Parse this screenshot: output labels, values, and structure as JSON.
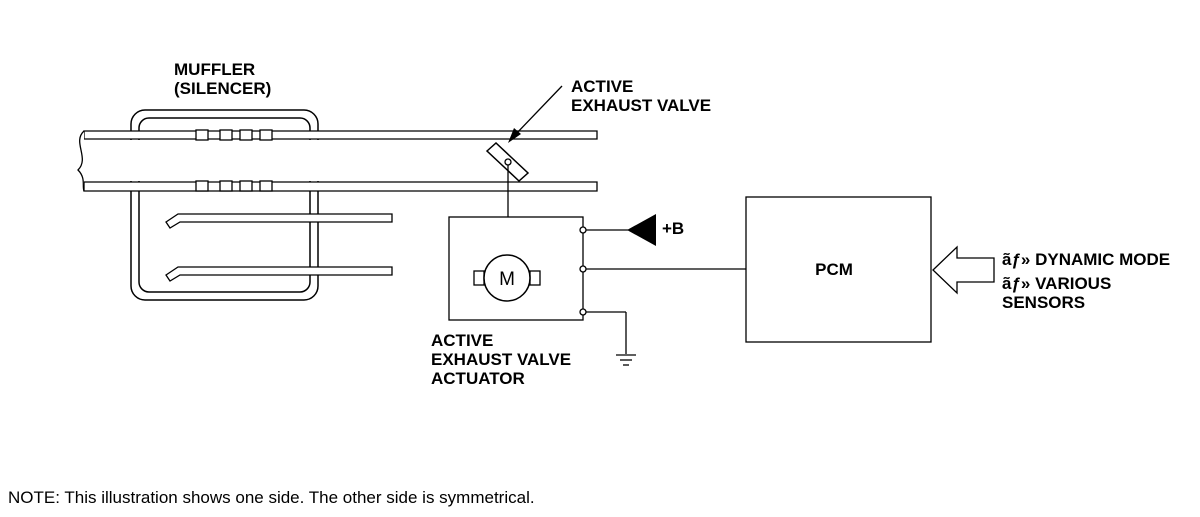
{
  "labels": {
    "muffler_line1": "MUFFLER",
    "muffler_line2": "(SILENCER)",
    "valve_line1": "ACTIVE",
    "valve_line2": "EXHAUST VALVE",
    "actuator_line1": "ACTIVE",
    "actuator_line2": "EXHAUST VALVE",
    "actuator_line3": "ACTUATOR",
    "motor_symbol": "M",
    "power_terminal": "+B",
    "pcm": "PCM",
    "input1": "ãƒ» DYNAMIC MODE",
    "input2_line1": "ãƒ» VARIOUS",
    "input2_line2": "SENSORS"
  },
  "note": "NOTE: This illustration shows one side. The other side is symmetrical."
}
